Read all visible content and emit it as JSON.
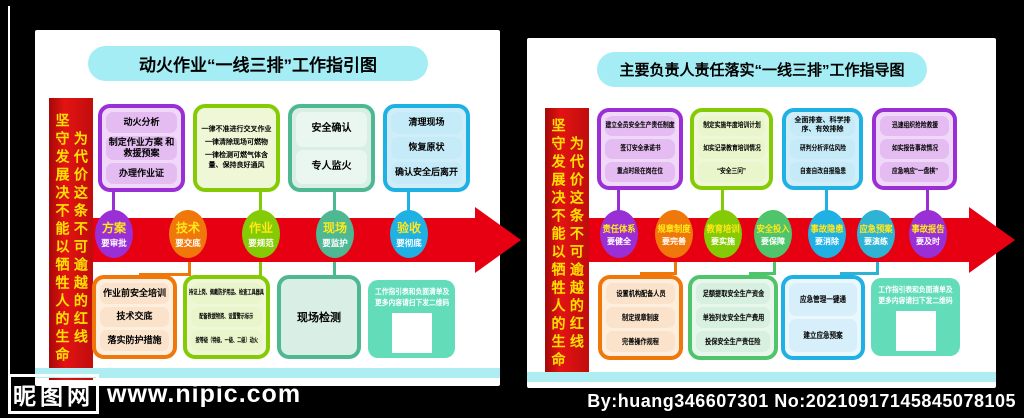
{
  "watermark": {
    "site_name": "昵图网",
    "site_url": "www.nipic.com",
    "credit": "By:huang346607301 No:20210917145845078105"
  },
  "slogan": {
    "col1": "坚守发展决不能以牺牲人的生命",
    "col2": "为代价这条不可逾越的红线"
  },
  "colors": {
    "arrow_red": "#e60012",
    "banner_red": "#c00d0d",
    "slogan_yellow": "#ffe100",
    "title_pill_cyan": "#a4edf4",
    "purple": "#9a2fd6",
    "orange": "#f0780a",
    "lime": "#85cb05",
    "teal": "#4eb893",
    "blue": "#1fb0e4",
    "green": "#4fc46a",
    "cyan": "#2fb3d4",
    "qr_teal": "#63dcba"
  },
  "left_panel": {
    "title": "动火作业“一线三排”工作指引图",
    "top_boxes": {
      "plan": {
        "items": [
          "动火分析",
          "制定作业方案 和救援预案",
          "办理作业证"
        ]
      },
      "rules": {
        "lines": [
          "一律不准进行交叉作业",
          "一律清除现场可燃物",
          "一律检测可燃气体含量、保持良好通风"
        ]
      },
      "confirm": {
        "items": [
          "安全确认",
          "专人监火"
        ]
      },
      "finish": {
        "items": [
          "清理现场",
          "恢复原状",
          "确认安全后离开"
        ]
      }
    },
    "circles": [
      {
        "line1": "方案",
        "line2": "要审批"
      },
      {
        "line1": "技术",
        "line2": "要交底"
      },
      {
        "line1": "作业",
        "line2": "要规范"
      },
      {
        "line1": "现场",
        "line2": "要监护"
      },
      {
        "line1": "验收",
        "line2": "要彻底"
      }
    ],
    "bottom_boxes": {
      "training": {
        "items": [
          "作业前安全培训",
          "技术交底",
          "落实防护措施"
        ]
      },
      "measures": {
        "items": [
          "持证上岗、佩戴防护用品、检查工具器具",
          "配备救援物资、设置警示标示",
          "按等级（特级、一级、二级）动火"
        ]
      },
      "detect": {
        "label": "现场检测"
      },
      "qr": {
        "line1": "工作指引表和负面清单及",
        "line2": "更多内容请扫下发二维码"
      }
    }
  },
  "right_panel": {
    "title": "主要负责人责任落实“一线三排”工作指导图",
    "top_boxes": {
      "responsibility": {
        "items": [
          "建立全员安全生产责任制度",
          "签订安全承诺书",
          "重点时段在岗在位"
        ]
      },
      "education": {
        "items": [
          "制定实施年度培训计划",
          "如实记录教育培训情况",
          "“安全三问”"
        ]
      },
      "hazard": {
        "items": [
          "全面排查、科学排序、有效排除",
          "研判分析评估风险",
          "自查自改自报隐患"
        ]
      },
      "rescue": {
        "items": [
          "迅速组织抢险救援",
          "如实报告事故情况",
          "应急响应“一盘棋”"
        ]
      }
    },
    "circles": [
      {
        "line1": "责任体系",
        "line2": "要健全"
      },
      {
        "line1": "规章制度",
        "line2": "要完善"
      },
      {
        "line1": "教育培训",
        "line2": "要实施"
      },
      {
        "line1": "安全投入",
        "line2": "要保障"
      },
      {
        "line1": "事故隐患",
        "line2": "要消除"
      },
      {
        "line1": "应急预案",
        "line2": "要演练"
      },
      {
        "line1": "事故报告",
        "line2": "要及时"
      }
    ],
    "bottom_boxes": {
      "org": {
        "items": [
          "设置机构配备人员",
          "制定规章制度",
          "完善操作规程"
        ]
      },
      "funds": {
        "items": [
          "足额提取安全生产资金",
          "单独列支安全生产费用",
          "投保安全生产责任险"
        ]
      },
      "emergency": {
        "items": [
          "应急管理一键通",
          "建立应急预案"
        ]
      },
      "qr": {
        "line1": "工作指引表和负面清单及",
        "line2": "更多内容请扫下发二维码"
      }
    }
  }
}
